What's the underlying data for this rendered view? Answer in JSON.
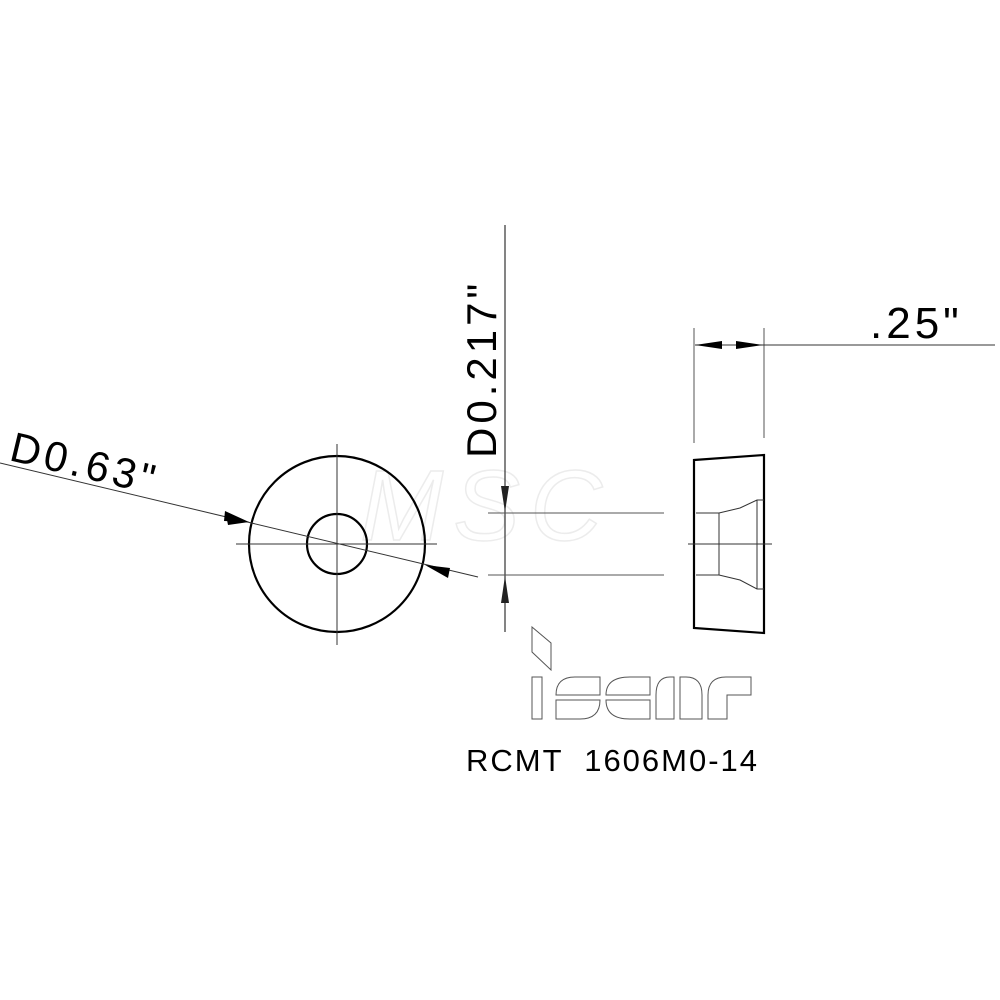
{
  "drawing": {
    "part_number": "RCMT  1606M0-14",
    "brand": "iscar",
    "watermark": "MSC",
    "colors": {
      "line": "#000000",
      "thin_line": "#333333",
      "watermark": "#ececec",
      "background": "#ffffff"
    }
  },
  "front_view": {
    "outer_diameter_label": "D0.63\"",
    "outer_diameter_value": "0.63",
    "unit": "in"
  },
  "hole_dimension": {
    "label": "D0.217\"",
    "value": "0.217",
    "unit": "in"
  },
  "side_view": {
    "thickness_label": ".25\"",
    "thickness_value": "0.25",
    "unit": "in"
  }
}
